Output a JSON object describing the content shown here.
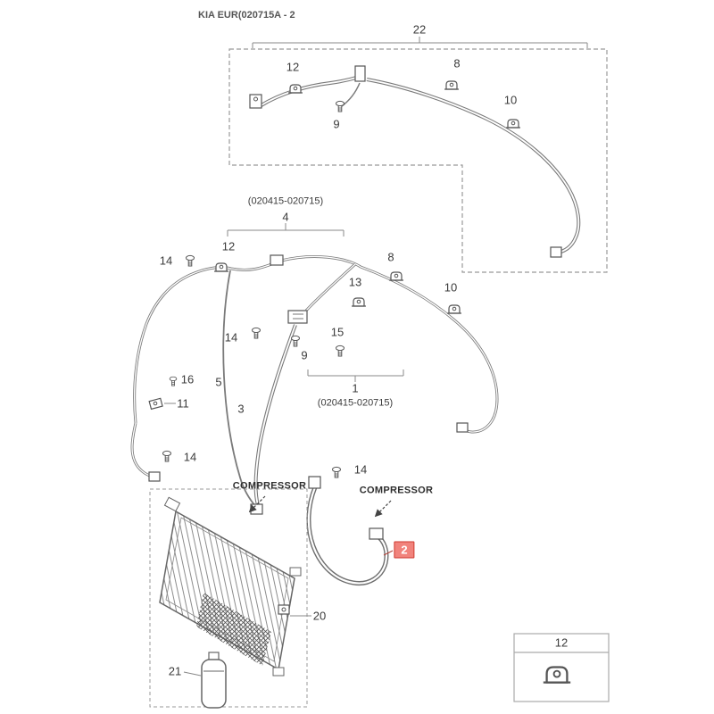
{
  "page": {
    "title": "KIA EUR(020715A - 2"
  },
  "colors": {
    "line": "#777777",
    "label": "#3b3b3b",
    "highlight_fill": "#f1837c",
    "highlight_border": "#cf3a30",
    "highlight_text": "#ffffff"
  },
  "icons": {
    "clip": "clip-icon",
    "bolt": "bolt-icon",
    "arrow": "arrow-icon"
  },
  "labels": {
    "p22": "22",
    "p12_top": "12",
    "p9_top": "9",
    "p8_top": "8",
    "p10_top": "10",
    "range_top": "(020415-020715)",
    "p4": "4",
    "p14_a": "14",
    "p12_mid": "12",
    "p8_mid": "8",
    "p13": "13",
    "p10_mid": "10",
    "p14_b": "14",
    "p15": "15",
    "p9_mid": "9",
    "p16": "16",
    "p5": "5",
    "p11": "11",
    "p3": "3",
    "p1": "1",
    "range_bottom": "(020415-020715)",
    "p14_c": "14",
    "p14_d": "14",
    "compressor_left": "COMPRESSOR",
    "compressor_right": "COMPRESSOR",
    "p2": "2",
    "p20": "20",
    "p21": "21",
    "p12_inset": "12"
  }
}
